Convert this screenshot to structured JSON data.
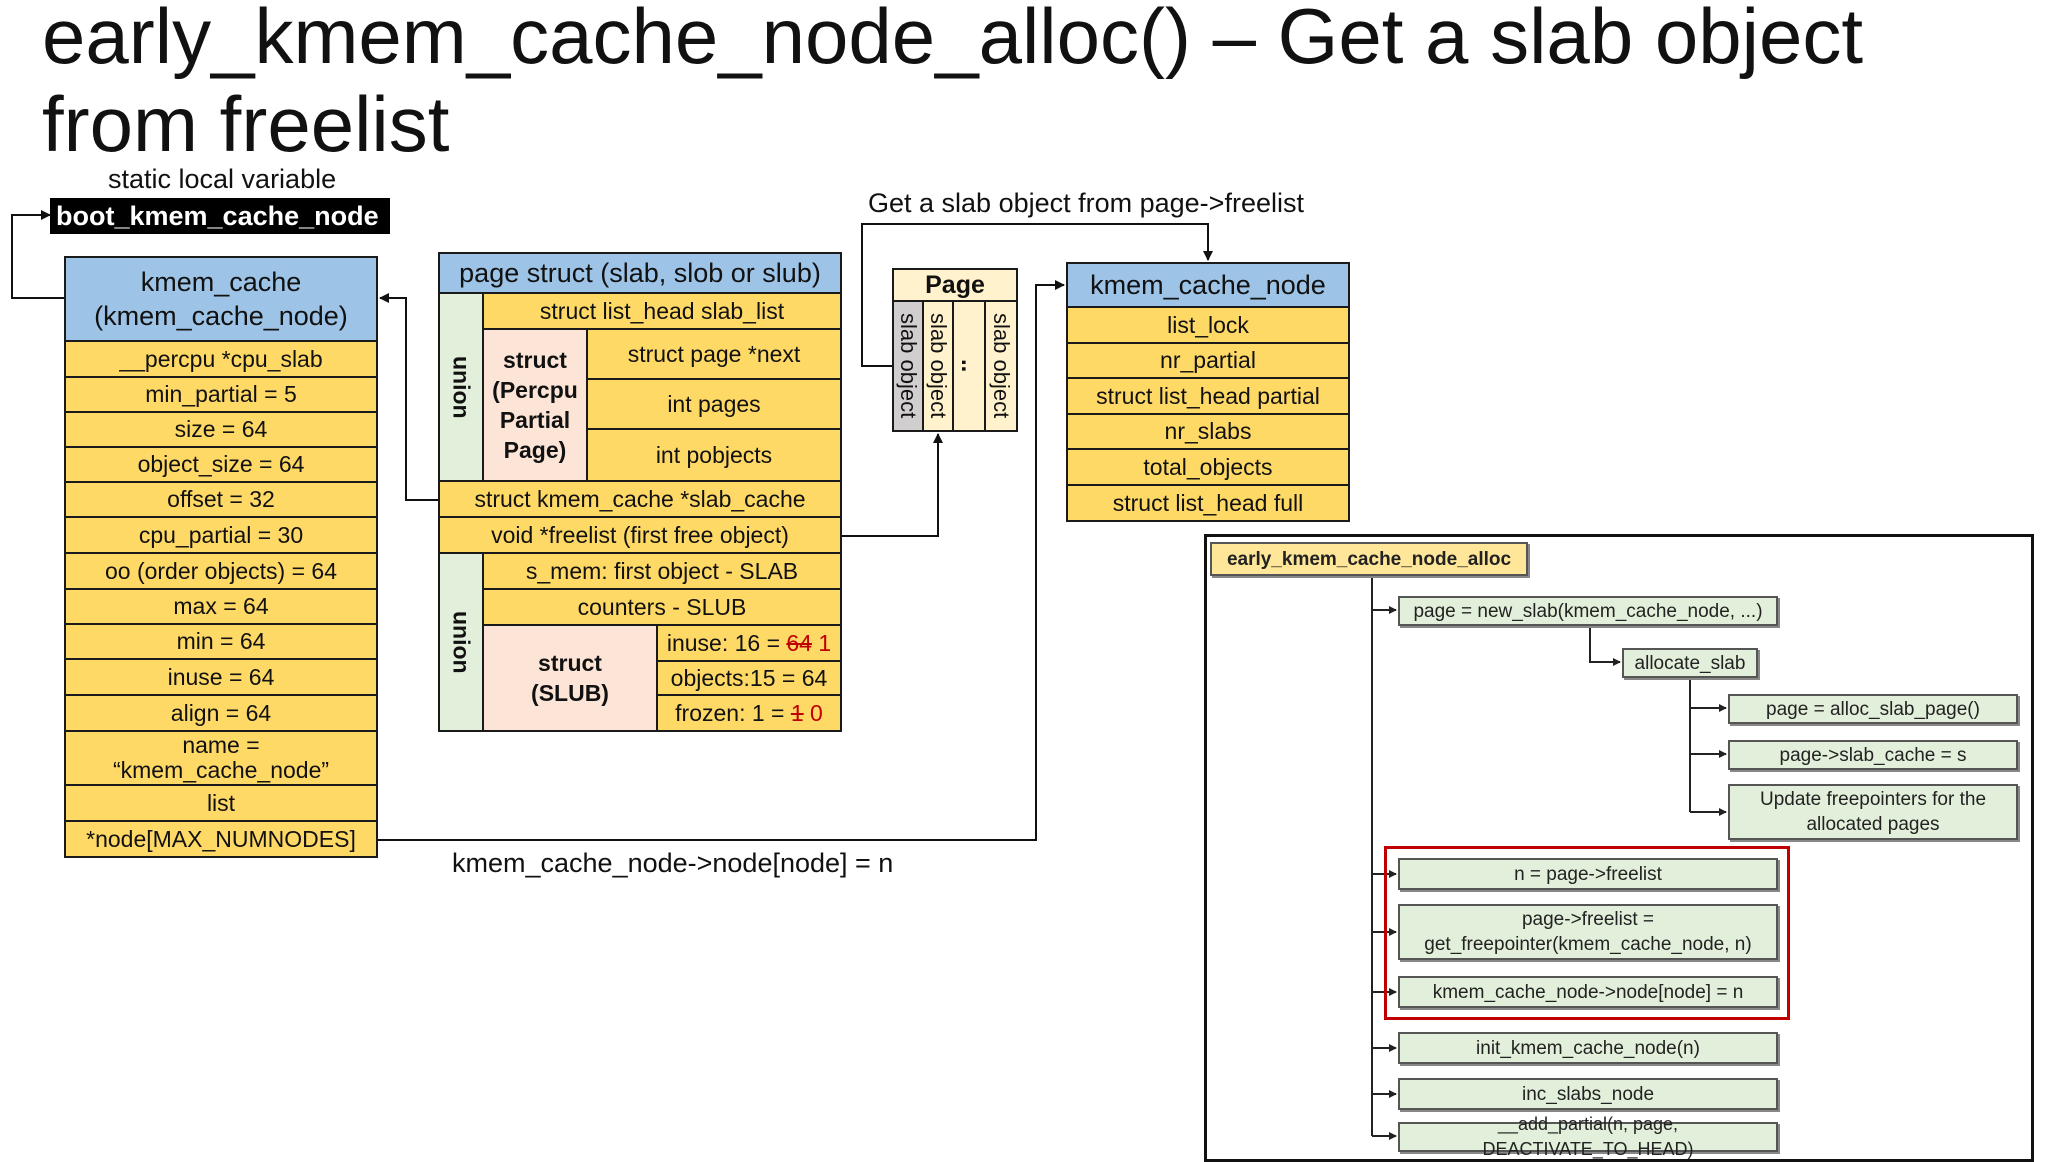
{
  "title": "early_kmem_cache_node_alloc() – Get a slab object from freelist",
  "labels": {
    "static_local_variable": "static local variable",
    "boot_var": "boot_kmem_cache_node",
    "get_slab_object": "Get a slab object from page->freelist",
    "node_assign": "kmem_cache_node->node[node] = n"
  },
  "kmem_cache": {
    "header": [
      "kmem_cache",
      "(kmem_cache_node)"
    ],
    "fields": [
      "__percpu *cpu_slab",
      "min_partial = 5",
      "size = 64",
      "object_size = 64",
      "offset = 32",
      "cpu_partial = 30",
      "oo (order objects) = 64",
      "max = 64",
      "min = 64",
      "inuse = 64",
      "align = 64",
      "name =",
      "“kmem_cache_node”",
      "list",
      "*node[MAX_NUMNODES]"
    ]
  },
  "page_struct": {
    "header": "page struct (slab, slob or slub)",
    "list_head": "struct list_head slab_list",
    "union_label": "union",
    "percpu_partial": [
      "struct",
      "(Percpu",
      "Partial",
      "Page)"
    ],
    "next": "struct page *next",
    "pages": "int pages",
    "pobjects": "int pobjects",
    "slab_cache": "struct kmem_cache *slab_cache",
    "freelist": "void *freelist (first free object)",
    "s_mem": "s_mem: first object - SLAB",
    "counters": "counters - SLUB",
    "slub_struct": [
      "struct",
      "(SLUB)"
    ],
    "inuse_prefix": "inuse: 16 = ",
    "inuse_old": "64",
    "inuse_new": "1",
    "objects": "objects:15 = 64",
    "frozen_prefix": "frozen: 1 = ",
    "frozen_old": "1",
    "frozen_new": "0"
  },
  "page_box": {
    "header": "Page",
    "columns": [
      "slab object",
      "slab object",
      "..",
      "slab object"
    ]
  },
  "kmem_cache_node": {
    "header": "kmem_cache_node",
    "fields": [
      "list_lock",
      "nr_partial",
      "struct list_head partial",
      "nr_slabs",
      "total_objects",
      "struct list_head full"
    ]
  },
  "callgraph": {
    "root": "early_kmem_cache_node_alloc",
    "new_slab": "page = new_slab(kmem_cache_node, ...)",
    "allocate_slab": "allocate_slab",
    "alloc_slab_page": "page = alloc_slab_page()",
    "slab_cache_set": "page->slab_cache = s",
    "update_freepointers": [
      "Update freepointers for the",
      "allocated pages"
    ],
    "n_freelist": "n = page->freelist",
    "get_freepointer": [
      "page->freelist =",
      "get_freepointer(kmem_cache_node, n)"
    ],
    "node_set": "kmem_cache_node->node[node] = n",
    "init_node": "init_kmem_cache_node(n)",
    "inc_slabs": "inc_slabs_node",
    "add_partial": "__add_partial(n, page, DEACTIVATE_TO_HEAD)"
  }
}
